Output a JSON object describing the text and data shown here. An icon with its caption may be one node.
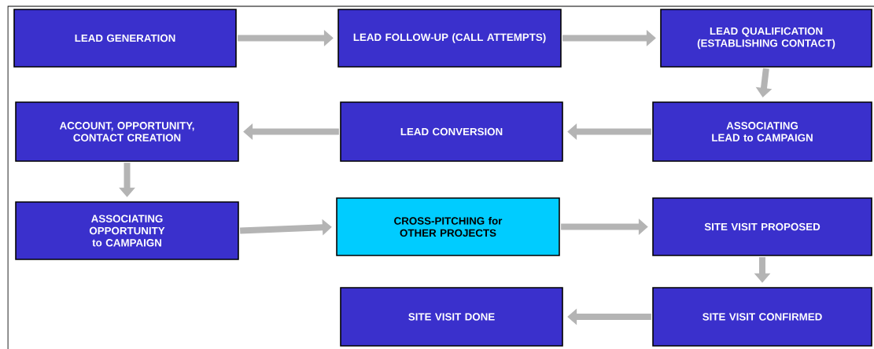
{
  "diagram": {
    "nodes": [
      {
        "text": [
          "LEAD GENERATION"
        ]
      },
      {
        "text": [
          "LEAD FOLLOW-UP (CALL ATTEMPTS)"
        ]
      },
      {
        "text": [
          "LEAD QUALIFICATION (ESTABLISHING CONTACT)"
        ]
      },
      {
        "text": [
          "ASSOCIATING LEAD to CAMPAIGN"
        ]
      },
      {
        "text": [
          "LEAD CONVERSION"
        ]
      },
      {
        "text": [
          "ACCOUNT, OPPORTUNITY, CONTACT CREATION"
        ]
      },
      {
        "text": [
          "ASSOCIATING OPPORTUNITY to CAMPAIGN"
        ]
      },
      {
        "text": [
          "CROSS-PITCHING for OTHER PROJECTS"
        ]
      },
      {
        "text": [
          "SITE VISIT PROPOSED"
        ]
      },
      {
        "text": [
          "SITE VISIT CONFIRMED"
        ]
      },
      {
        "text": [
          "SITE VISIT DONE"
        ]
      }
    ],
    "edges": [
      {
        "from": 0,
        "to": 1,
        "arrow": "to"
      },
      {
        "from": 1,
        "to": 2,
        "arrow": "to"
      },
      {
        "from": 2,
        "to": 3,
        "arrow": "to"
      },
      {
        "from": 3,
        "to": 4,
        "arrow": "to"
      },
      {
        "from": 4,
        "to": 5,
        "arrow": "to"
      },
      {
        "from": 5,
        "to": 6,
        "arrow": "to"
      },
      {
        "from": 6,
        "to": 7,
        "arrow": "to"
      },
      {
        "from": 7,
        "to": 8,
        "arrow": "to"
      },
      {
        "from": 8,
        "to": 9,
        "arrow": "to"
      },
      {
        "from": 9,
        "to": 10,
        "arrow": "to"
      }
    ]
  }
}
